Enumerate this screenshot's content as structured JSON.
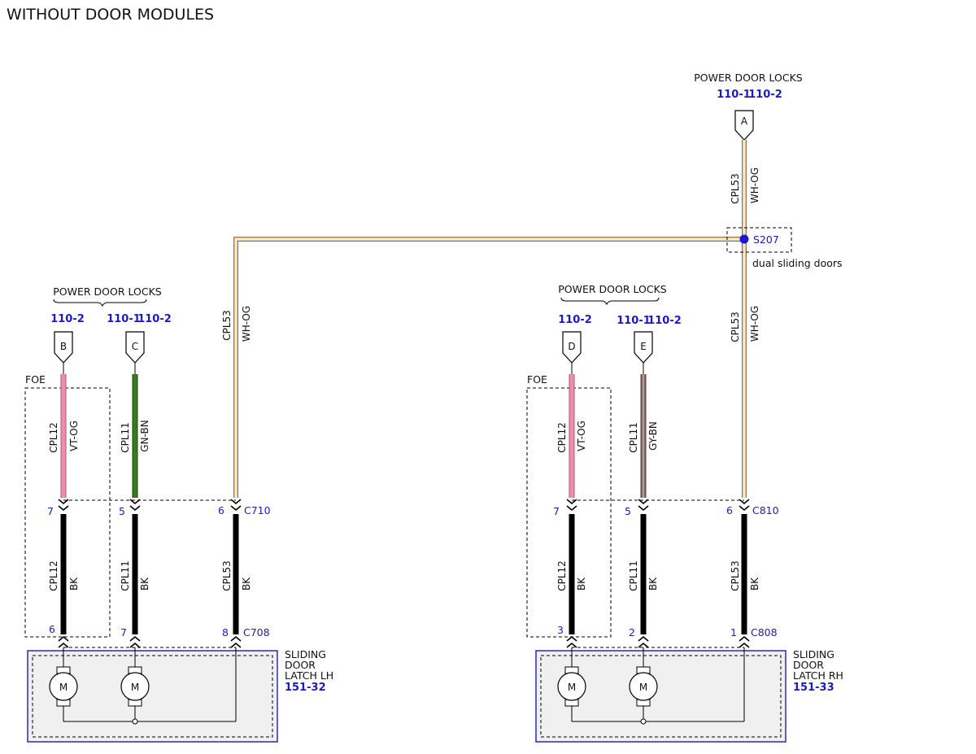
{
  "title": "WITHOUT DOOR MODULES",
  "colors": {
    "wh_og_core": "#f4c98a",
    "vt_og": "#f08cb0",
    "gn_bn": "#3a7a1e",
    "gy_bn": "#8c6a6a",
    "bk": "#000000",
    "ref_blue": "#1a1acc",
    "module_border": "#2a2ab5",
    "module_fill": "#f0f0f0"
  },
  "top_group": {
    "label": "POWER DOOR LOCKS",
    "ref1": "110-1",
    "ref2": "110-2",
    "connector": "A",
    "circuit": "CPL53",
    "color": "WH-OG"
  },
  "splice": {
    "id": "S207",
    "note": "dual sliding doors"
  },
  "lh_horizontal": {
    "circuit": "CPL53",
    "color": "WH-OG"
  },
  "rh_vertical": {
    "circuit": "CPL53",
    "color": "WH-OG"
  },
  "left": {
    "group_label": "POWER DOOR LOCKS",
    "b_ref": "110-2",
    "c_ref1": "110-1",
    "c_ref2": "110-2",
    "conn_b": "B",
    "conn_c": "C",
    "foe": "FOE",
    "wire_b": {
      "circuit": "CPL12",
      "color": "VT-OG"
    },
    "wire_c": {
      "circuit": "CPL11",
      "color": "GN-BN"
    },
    "c710": {
      "id": "C710",
      "pin_b": "7",
      "pin_c": "5",
      "pin_wh": "6"
    },
    "lower_b": {
      "circuit": "CPL12",
      "color": "BK"
    },
    "lower_c": {
      "circuit": "CPL11",
      "color": "BK"
    },
    "lower_wh": {
      "circuit": "CPL53",
      "color": "BK"
    },
    "c708": {
      "id": "C708",
      "pin_b": "6",
      "pin_c": "7",
      "pin_wh": "8"
    },
    "module": {
      "line1": "SLIDING",
      "line2": "DOOR",
      "line3": "LATCH LH",
      "ref": "151-32",
      "motor": "M"
    }
  },
  "right": {
    "group_label": "POWER DOOR LOCKS",
    "d_ref": "110-2",
    "e_ref1": "110-1",
    "e_ref2": "110-2",
    "conn_d": "D",
    "conn_e": "E",
    "foe": "FOE",
    "wire_d": {
      "circuit": "CPL12",
      "color": "VT-OG"
    },
    "wire_e": {
      "circuit": "CPL11",
      "color": "GY-BN"
    },
    "c810": {
      "id": "C810",
      "pin_d": "7",
      "pin_e": "5",
      "pin_wh": "6"
    },
    "lower_d": {
      "circuit": "CPL12",
      "color": "BK"
    },
    "lower_e": {
      "circuit": "CPL11",
      "color": "BK"
    },
    "lower_wh": {
      "circuit": "CPL53",
      "color": "BK"
    },
    "c808": {
      "id": "C808",
      "pin_d": "3",
      "pin_e": "2",
      "pin_wh": "1"
    },
    "module": {
      "line1": "SLIDING",
      "line2": "DOOR",
      "line3": "LATCH RH",
      "ref": "151-33",
      "motor": "M"
    }
  }
}
